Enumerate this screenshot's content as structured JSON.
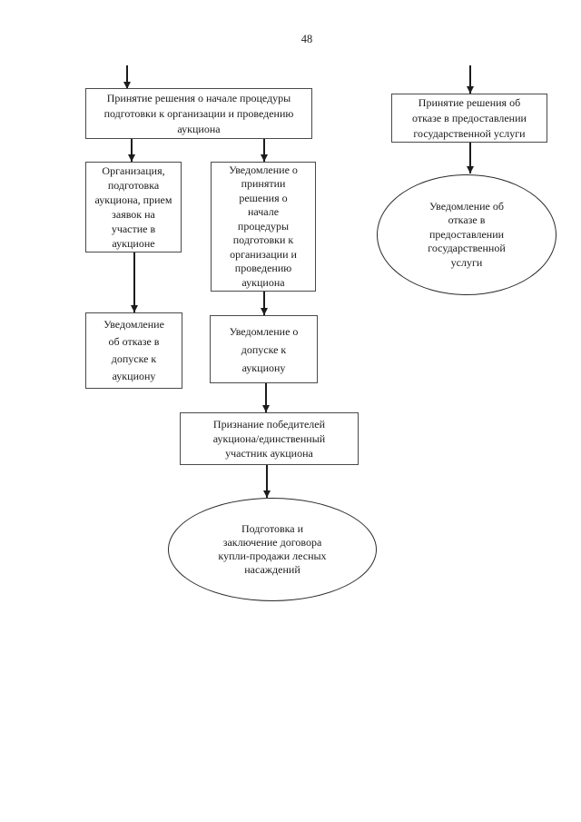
{
  "page": {
    "number": "48"
  },
  "flowchart": {
    "colors": {
      "line": "#1c1c1c",
      "box_border": "#4a4a4a",
      "ellipse_border": "#2b2b2b",
      "text": "#1a1a1a",
      "background": "#ffffff"
    },
    "nodes": {
      "start_decision": {
        "shape": "rect",
        "label": "Принятие решения о начале процедуры\nподготовки к организации и проведению\nаукциона"
      },
      "organization": {
        "shape": "rect",
        "label": "Организация,\nподготовка\nаукциона, прием\nзаявок на\nучастие в\nаукционе"
      },
      "notice_start": {
        "shape": "rect",
        "label": "Уведомление о\nпринятии\nрешения о\nначале\nпроцедуры\nподготовки к\nорганизации и\nпроведению\nаукциона"
      },
      "notice_refusal_admission": {
        "shape": "rect",
        "label": "Уведомление\nоб отказе в\nдопуске к\nаукциону"
      },
      "notice_admission": {
        "shape": "rect",
        "label": "Уведомление о\nдопуске к\nаукциону"
      },
      "winners": {
        "shape": "rect",
        "label": "Признание победителей\nаукциона/единственный\nучастник аукциона"
      },
      "contract": {
        "shape": "ellipse",
        "label": "Подготовка и\nзаключение договора\nкупли-продажи лесных\nнасаждений"
      },
      "refusal_decision": {
        "shape": "rect",
        "label": "Принятие решения об\nотказе в предоставлении\nгосударственной услуги"
      },
      "refusal_notice": {
        "shape": "ellipse",
        "label": "Уведомление об\nотказе в\nпредоставлении\nгосударственной\nуслуги"
      }
    }
  }
}
